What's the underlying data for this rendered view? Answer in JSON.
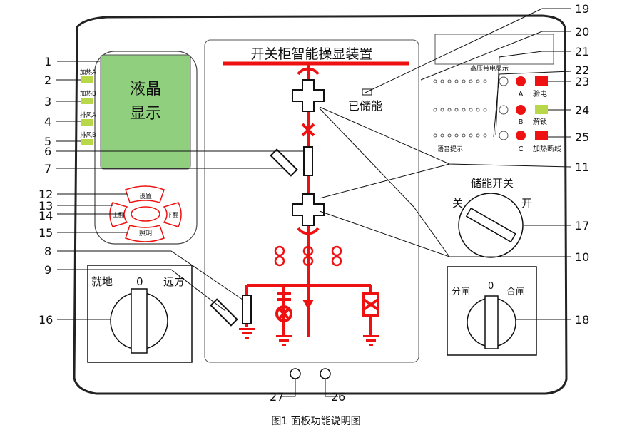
{
  "title": "开关柜智能操显装置",
  "lcd": {
    "line1": "液晶",
    "line2": "显示"
  },
  "leds": [
    "加热A",
    "加热B",
    "排风A",
    "排风B"
  ],
  "keys": {
    "set": "设置",
    "up": "上翻",
    "down": "下翻",
    "light": "照明"
  },
  "storage_status": "已储能",
  "hv_panel": {
    "title": "高压带电显示",
    "nuclear": "语音提示",
    "phases": [
      "A",
      "B",
      "C"
    ],
    "labels": [
      "验电",
      "解锁",
      "加热断线"
    ]
  },
  "storage_switch": {
    "title": "储能开关",
    "off": "关",
    "on": "开"
  },
  "local_remote": {
    "local": "就地",
    "zero": "0",
    "remote": "远方"
  },
  "open_close": {
    "open": "分闸",
    "zero": "0",
    "close": "合闸"
  },
  "callouts": [
    "1",
    "2",
    "3",
    "4",
    "5",
    "6",
    "7",
    "8",
    "9",
    "10",
    "11",
    "12",
    "13",
    "14",
    "15",
    "16",
    "17",
    "18",
    "19",
    "20",
    "21",
    "22",
    "23",
    "24",
    "25",
    "26",
    "27"
  ],
  "caption": "图1 面板功能说明图",
  "colors": {
    "red": "#ee1111",
    "lcd_green": "#8fcf7e",
    "led_green": "#b8d84a"
  }
}
